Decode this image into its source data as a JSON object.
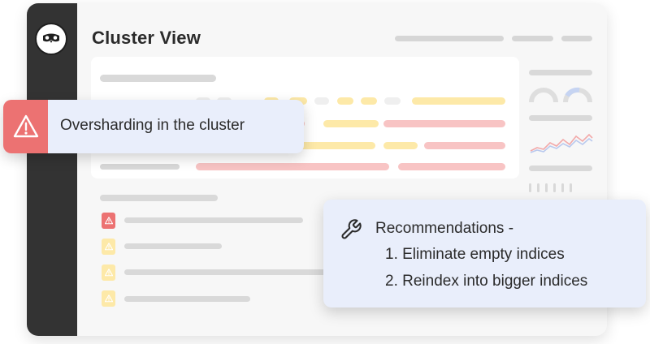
{
  "app": {
    "title": "Cluster View"
  },
  "icons": {
    "logo": "owl-logo-icon",
    "alert": "warning-triangle-icon",
    "recommendation": "wrench-icon"
  },
  "colors": {
    "alert_red": "#ec7272",
    "warning_yellow": "#fde9a8",
    "callout_bg": "#e9eefb",
    "sidebar": "#333333"
  },
  "alert_callout": {
    "message": "Oversharding in the cluster"
  },
  "recommendations": {
    "heading": "Recommendations -",
    "items": [
      "1. Eliminate empty indices",
      "2. Reindex into bigger indices"
    ]
  }
}
